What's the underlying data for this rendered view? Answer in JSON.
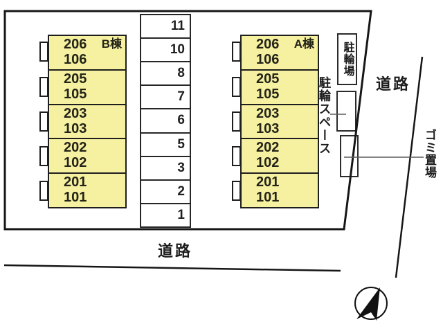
{
  "buildings": [
    {
      "wing": "B棟",
      "units": [
        {
          "upper": "206",
          "lower": "106"
        },
        {
          "upper": "205",
          "lower": "105"
        },
        {
          "upper": "203",
          "lower": "103"
        },
        {
          "upper": "202",
          "lower": "102"
        },
        {
          "upper": "201",
          "lower": "101"
        }
      ]
    },
    {
      "wing": "A棟",
      "units": [
        {
          "upper": "206",
          "lower": "106"
        },
        {
          "upper": "205",
          "lower": "105"
        },
        {
          "upper": "203",
          "lower": "103"
        },
        {
          "upper": "202",
          "lower": "102"
        },
        {
          "upper": "201",
          "lower": "101"
        }
      ]
    }
  ],
  "parking_spaces": [
    "11",
    "10",
    "8",
    "7",
    "6",
    "5",
    "3",
    "2",
    "1"
  ],
  "labels": {
    "bicycle_parking": "駐輪場",
    "bicycle_space": "駐輪スペース",
    "garbage": "ゴミ置場",
    "road_right": "道路",
    "road_bottom": "道路"
  },
  "colors": {
    "building_fill": "#f6f1a1",
    "outline": "#1c1c1c"
  }
}
